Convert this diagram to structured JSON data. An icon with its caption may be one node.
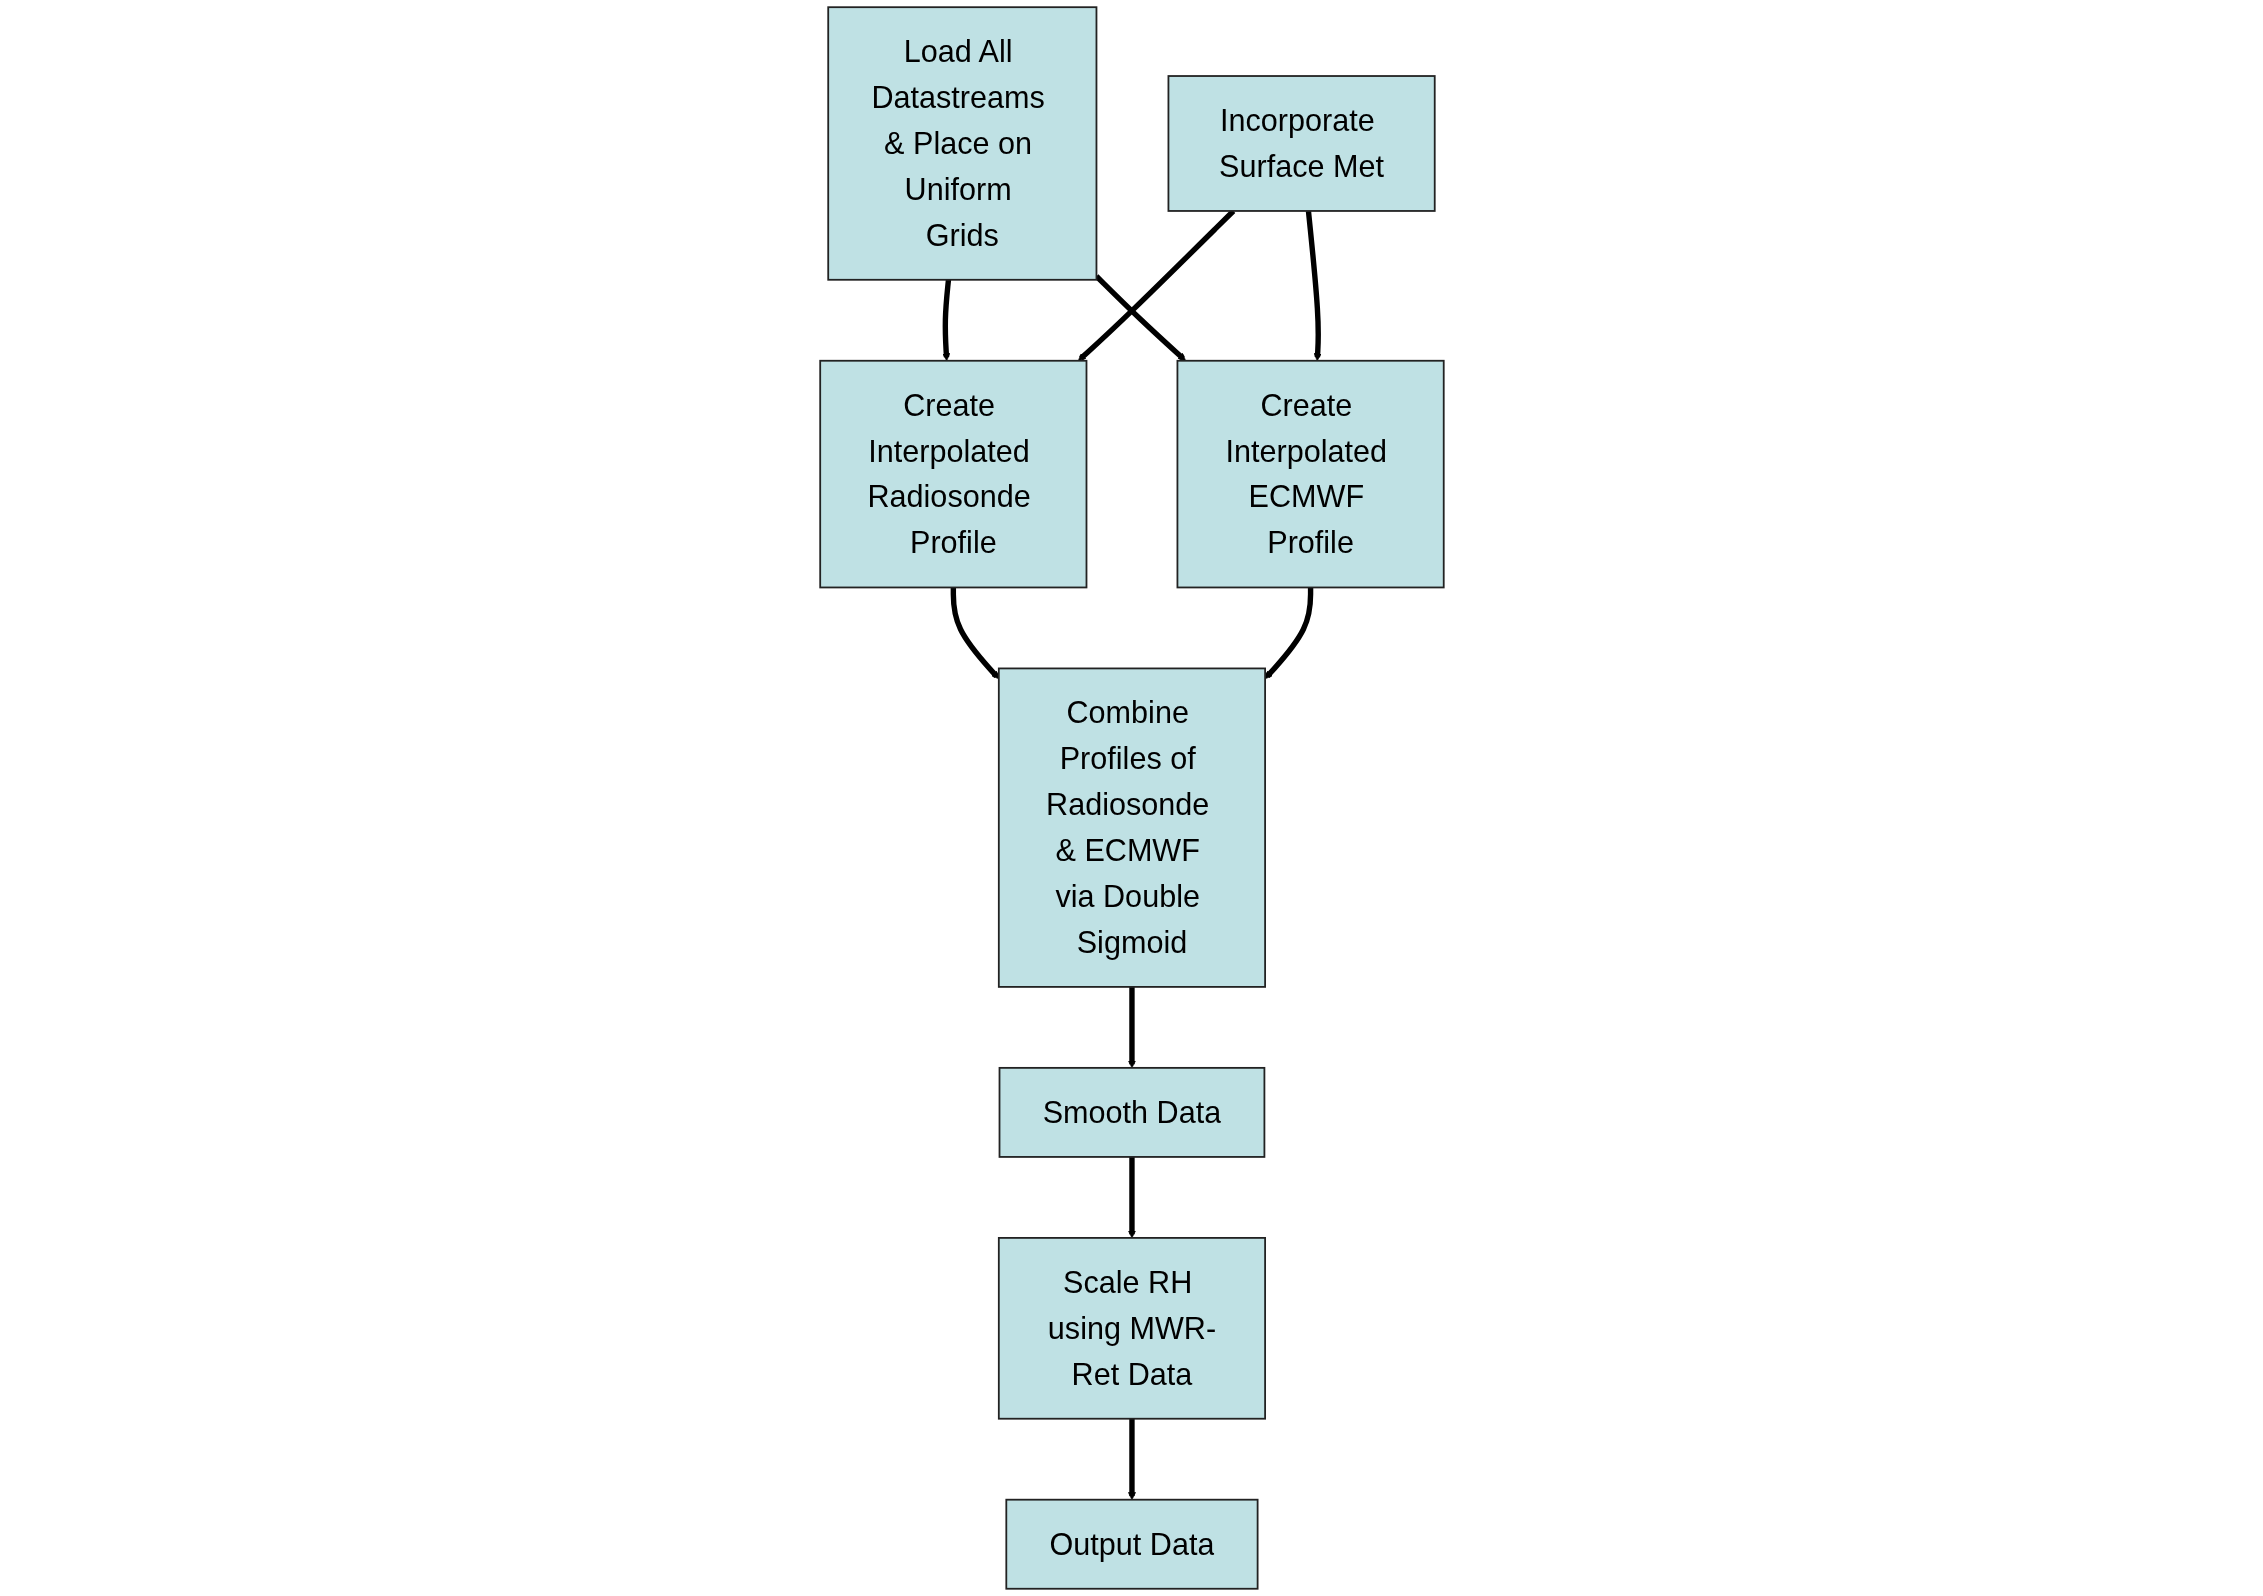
{
  "diagram": {
    "nodes": [
      {
        "text": [
          "Load All Datastreams & Place on Uniform Grids"
        ]
      },
      {
        "text": [
          "Create Interpolated Radiosonde Profile"
        ]
      },
      {
        "text": [
          "Incorporate Surface Met"
        ]
      },
      {
        "text": [
          "Create Interpolated ECMWF Profile"
        ]
      },
      {
        "text": [
          "Combine Profiles of Radiosonde & ECMWF via Double Sigmoid"
        ]
      },
      {
        "text": [
          "Smooth Data"
        ]
      },
      {
        "text": [
          "Scale RH using MWR-Ret Data"
        ]
      },
      {
        "text": [
          "Output Data"
        ]
      }
    ],
    "edges": [
      {
        "from": 0,
        "to": 1,
        "arrow": "to"
      },
      {
        "from": 0,
        "to": 3,
        "arrow": "to"
      },
      {
        "from": 2,
        "to": 1,
        "arrow": "to"
      },
      {
        "from": 2,
        "to": 3,
        "arrow": "to"
      },
      {
        "from": 1,
        "to": 4,
        "arrow": "to"
      },
      {
        "from": 3,
        "to": 4,
        "arrow": "to"
      },
      {
        "from": 4,
        "to": 5,
        "arrow": "to"
      },
      {
        "from": 5,
        "to": 6,
        "arrow": "to"
      },
      {
        "from": 6,
        "to": 7,
        "arrow": "to"
      }
    ]
  }
}
